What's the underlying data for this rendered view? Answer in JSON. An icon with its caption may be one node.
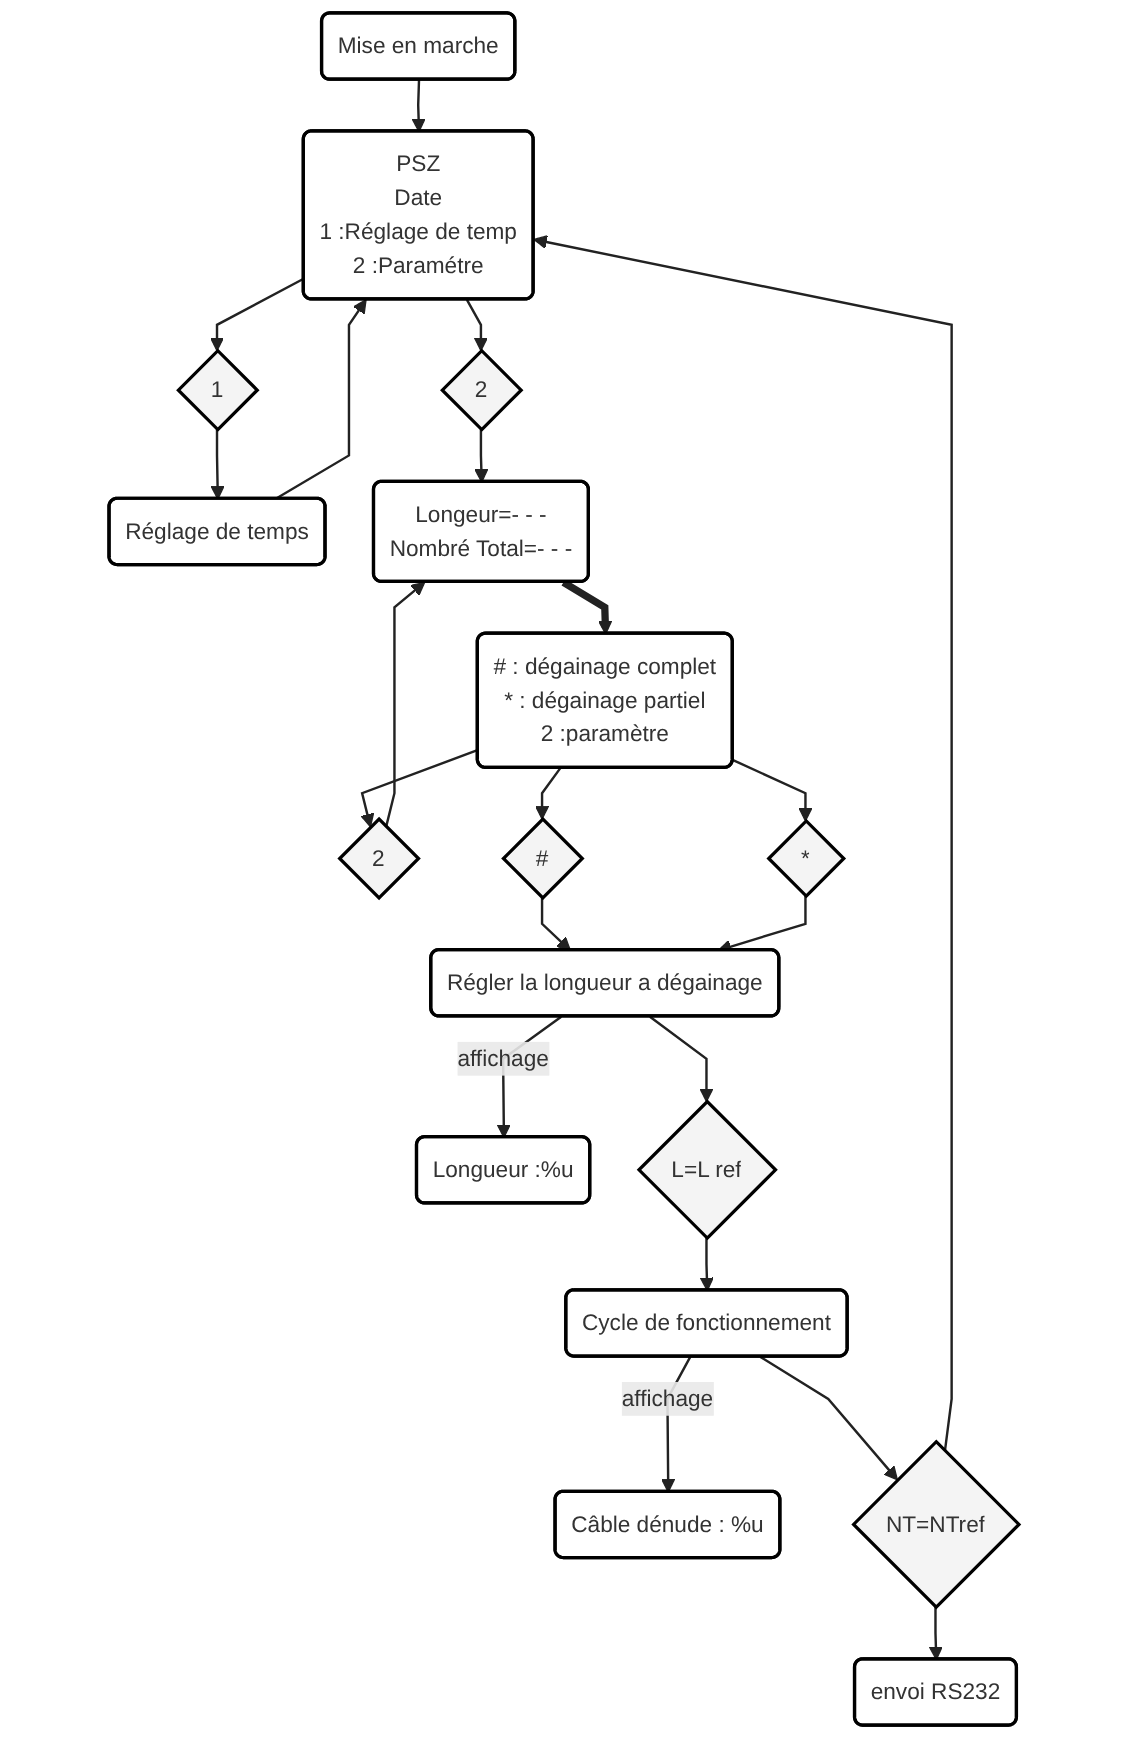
{
  "diagram": {
    "nodes": [
      {
        "text": [
          "Mise en marche"
        ]
      },
      {
        "text": [
          "PSZ",
          "Date",
          "1 :Réglage de temp",
          "2 :Paramétre"
        ]
      },
      {
        "text": [
          "1"
        ]
      },
      {
        "text": [
          "2"
        ]
      },
      {
        "text": [
          "Réglage de temps"
        ]
      },
      {
        "text": [
          "Longeur=- - -",
          "Nombré Total=- - -"
        ]
      },
      {
        "text": [
          "# : dégainage complet",
          "* : dégainage partiel",
          "2 :paramètre"
        ]
      },
      {
        "text": [
          "2"
        ]
      },
      {
        "text": [
          "#"
        ]
      },
      {
        "text": [
          "*"
        ]
      },
      {
        "text": [
          "Régler la longueur a dégainage"
        ]
      },
      {
        "text": [
          "Longueur :%u"
        ]
      },
      {
        "text": [
          "L=L ref"
        ]
      },
      {
        "text": [
          "Cycle de fonctionnement"
        ]
      },
      {
        "text": [
          "Câble dénude : %u"
        ]
      },
      {
        "text": [
          "NT=NTref"
        ]
      },
      {
        "text": [
          "envoi RS232"
        ]
      }
    ],
    "edges": [
      {
        "from": 0,
        "to": 1,
        "arrow": "to"
      },
      {
        "from": 15,
        "to": 1,
        "arrow": "to"
      },
      {
        "from": 4,
        "to": 1,
        "arrow": "to"
      },
      {
        "from": 1,
        "to": 2,
        "arrow": "to"
      },
      {
        "from": 1,
        "to": 3,
        "arrow": "to"
      },
      {
        "from": 2,
        "to": 4,
        "arrow": "to"
      },
      {
        "from": 3,
        "to": 5,
        "arrow": "to"
      },
      {
        "from": 7,
        "to": 5,
        "arrow": "to"
      },
      {
        "from": 5,
        "to": 6,
        "arrow": "to",
        "style": "thick"
      },
      {
        "from": 6,
        "to": 7,
        "arrow": "to"
      },
      {
        "from": 6,
        "to": 8,
        "arrow": "to"
      },
      {
        "from": 6,
        "to": 9,
        "arrow": "to"
      },
      {
        "from": 8,
        "to": 10,
        "arrow": "to"
      },
      {
        "from": 9,
        "to": 10,
        "arrow": "to"
      },
      {
        "from": 10,
        "to": 11,
        "arrow": "to",
        "label": "affichage"
      },
      {
        "from": 10,
        "to": 12,
        "arrow": "to"
      },
      {
        "from": 12,
        "to": 13,
        "arrow": "to"
      },
      {
        "from": 13,
        "to": 14,
        "arrow": "to",
        "label": "affichage"
      },
      {
        "from": 13,
        "to": 15,
        "arrow": "to"
      },
      {
        "from": 15,
        "to": 16,
        "arrow": "to"
      }
    ]
  }
}
